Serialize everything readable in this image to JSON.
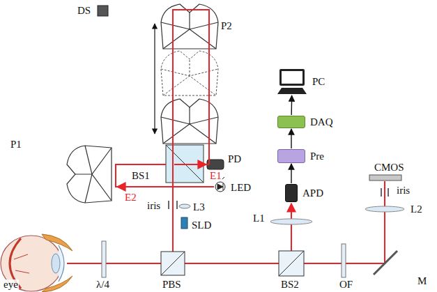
{
  "diagram": {
    "nodes": [
      {
        "text": [
          "PC"
        ]
      },
      {
        "text": [
          "DAQ"
        ]
      },
      {
        "text": [
          "Pre"
        ]
      },
      {
        "text": [
          "APD"
        ]
      }
    ],
    "edges": [
      {
        "from": 3,
        "to": 2,
        "arrow": "to"
      },
      {
        "from": 2,
        "to": 1,
        "arrow": "to"
      },
      {
        "from": 1,
        "to": 0,
        "arrow": "to"
      }
    ],
    "labels": [
      "DS",
      "P2",
      "P1",
      "BS1",
      "E1",
      "PD",
      "E2",
      "LED",
      "iris",
      "L3",
      "SLD",
      "CMOS",
      "iris",
      "L2",
      "L1",
      "eye",
      "λ/4",
      "PBS",
      "BS2",
      "OF",
      "M"
    ]
  }
}
